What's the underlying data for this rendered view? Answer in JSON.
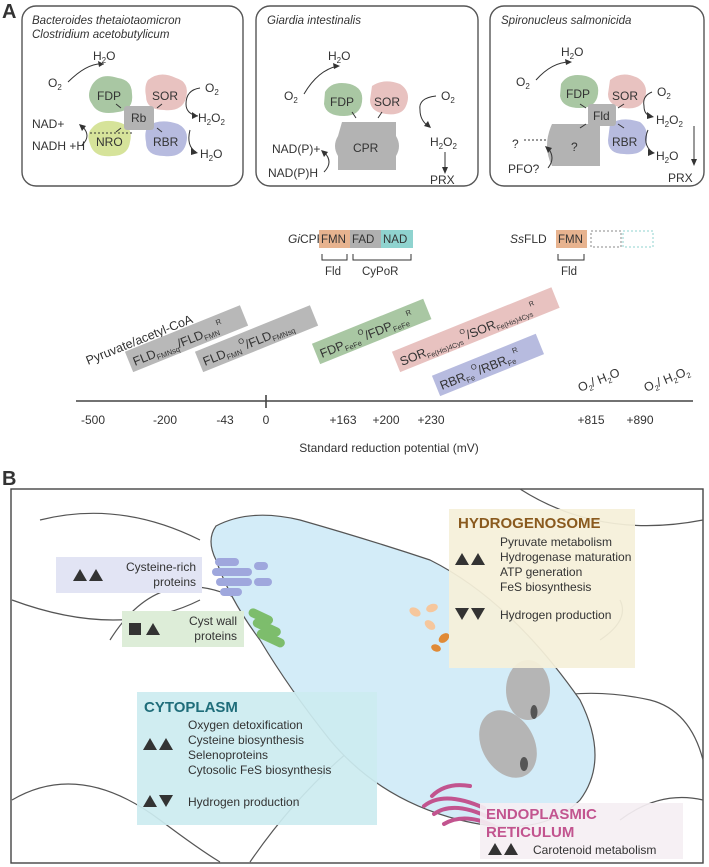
{
  "panel_a": {
    "label": "A",
    "box1": {
      "species": [
        "Bacteroides thetaiotaomicron",
        "Clostridium acetobutylicum"
      ],
      "h2o_top": "H",
      "h2o_top_sub": "2",
      "h2o_top_end": "O",
      "o2_left": "O",
      "o2_left_sub": "2",
      "fdp": "FDP",
      "sor": "SOR",
      "rb": "Rb",
      "nro": "NRO",
      "rbr": "RBR",
      "o2_right": "O",
      "o2_right_sub": "2",
      "h2o2": "H",
      "h2o2_sub1": "2",
      "h2o2_mid": "O",
      "h2o2_sub2": "2",
      "h2o_bottom": "H",
      "h2o_bottom_sub": "2",
      "h2o_bottom_end": "O",
      "nad": "NAD+",
      "nadh": "NADH +H"
    },
    "box2": {
      "species": "Giardia intestinalis",
      "h2o": "H",
      "h2o_sub": "2",
      "h2o_end": "O",
      "o2_left": "O",
      "o2_left_sub": "2",
      "o2_right": "O",
      "o2_right_sub": "2",
      "fdp": "FDP",
      "sor": "SOR",
      "cpr": "CPR",
      "h2o2": "H",
      "h2o2_sub1": "2",
      "h2o2_mid": "O",
      "h2o2_sub2": "2",
      "nadp": "NAD(P)+",
      "nadph": "NAD(P)H",
      "prx": "PRX"
    },
    "box3": {
      "species": "Spironucleus salmonicida",
      "h2o_top": "H",
      "h2o_top_sub": "2",
      "h2o_top_end": "O",
      "o2_left": "O",
      "o2_left_sub": "2",
      "o2_right": "O",
      "o2_right_sub": "2",
      "fdp": "FDP",
      "sor": "SOR",
      "fld": "Fld",
      "q": "?",
      "rbr": "RBR",
      "q_left": "?",
      "pfo": "PFO?",
      "h2o2": "H",
      "h2o2_sub1": "2",
      "h2o2_mid": "O",
      "h2o2_sub2": "2",
      "h2o_bottom": "H",
      "h2o_bottom_sub": "2",
      "h2o_bottom_end": "O",
      "prx": "PRX"
    },
    "gicpr": {
      "prefix": "Gi",
      "name": "CPR",
      "fmn": "FMN",
      "fad": "FAD",
      "nad": "NAD",
      "fld": "Fld",
      "cypor": "CyPoR"
    },
    "ssfld": {
      "prefix": "Ss",
      "name": "FLD",
      "fmn": "FMN",
      "fld": "Fld"
    },
    "potential": {
      "pyruvate": "Pyruvate/acetyl-CoA",
      "fld1": {
        "a": "FLD",
        "a_sub": "FMNsq",
        "b": "/FLD",
        "b_sub": "FMN",
        "b_sup": "R"
      },
      "fld2": {
        "a": "FLD",
        "a_sub": "FMN",
        "a_sup": "O",
        "b": "/FLD",
        "b_sub": "FMNsq"
      },
      "fdp": {
        "a": "FDP",
        "a_sub": "FeFe",
        "a_sup": "O",
        "b": "/FDP",
        "b_sub": "FeFe",
        "b_sup": "R"
      },
      "sor": {
        "a": "SOR",
        "a_sub": "Fe(His)4Cys",
        "a_sup": "O",
        "b": "/SOR",
        "b_sub": "Fe(His)4Cys",
        "b_sup": "R"
      },
      "rbr": {
        "a": "RBR",
        "a_sub": "Fe",
        "a_sup": "O",
        "b": "/RBR",
        "b_sub": "Fe",
        "b_sup": "R"
      },
      "o2h2o": {
        "a": "O",
        "a_sub": "2",
        "b": "/ H",
        "b_sub": "2",
        "c": "O"
      },
      "o2h2o2": {
        "a": "O",
        "a_sub": "2",
        "b": "/ H",
        "b_sub": "2",
        "c": "O",
        "c_sub": "2"
      },
      "ticks": [
        "-500",
        "-200",
        "-43",
        "0",
        "+163",
        "+200",
        "+230",
        "+815",
        "+890"
      ],
      "axis_label": "Standard reduction potential (mV)"
    }
  },
  "panel_b": {
    "label": "B",
    "cysteine_rich": "Cysteine-rich proteins",
    "cysteine_rich_lines": [
      "Cysteine-rich",
      "proteins"
    ],
    "cyst_wall_lines": [
      "Cyst wall",
      "proteins"
    ],
    "hydrogenosome": {
      "title": "HYDROGENOSOME",
      "items": [
        "Pyruvate metabolism",
        "Hydrogenase maturation",
        "ATP generation",
        "FeS biosynthesis"
      ],
      "item2": "Hydrogen production"
    },
    "cytoplasm": {
      "title": "CYTOPLASM",
      "items": [
        "Oxygen detoxification",
        "Cysteine biosynthesis",
        "Selenoproteins",
        "Cytosolic FeS biosynthesis"
      ],
      "item2": "Hydrogen production"
    },
    "er": {
      "title_lines": [
        "ENDOPLASMIC",
        "RETICULUM"
      ],
      "item": "Carotenoid metabolism"
    }
  },
  "colors": {
    "fdp": "#a9c7a3",
    "sor": "#e8c2c0",
    "rbr": "#b7bbdf",
    "nro": "#d6e39a",
    "grey_protein": "#b3b3b3",
    "fmn": "#e7b38f",
    "fad": "#b0b0b0",
    "nad": "#8fd3cf",
    "hydrogenosome_box": "#f5f0d9",
    "hydrogenosome_title": "#8a5a1e",
    "cytoplasm_box": "#ccecf0",
    "cytoplasm_title": "#1f6d7a",
    "er_box": "#f5eff3",
    "er_title": "#c2548f",
    "cell_fill": "#d3ecf8"
  }
}
